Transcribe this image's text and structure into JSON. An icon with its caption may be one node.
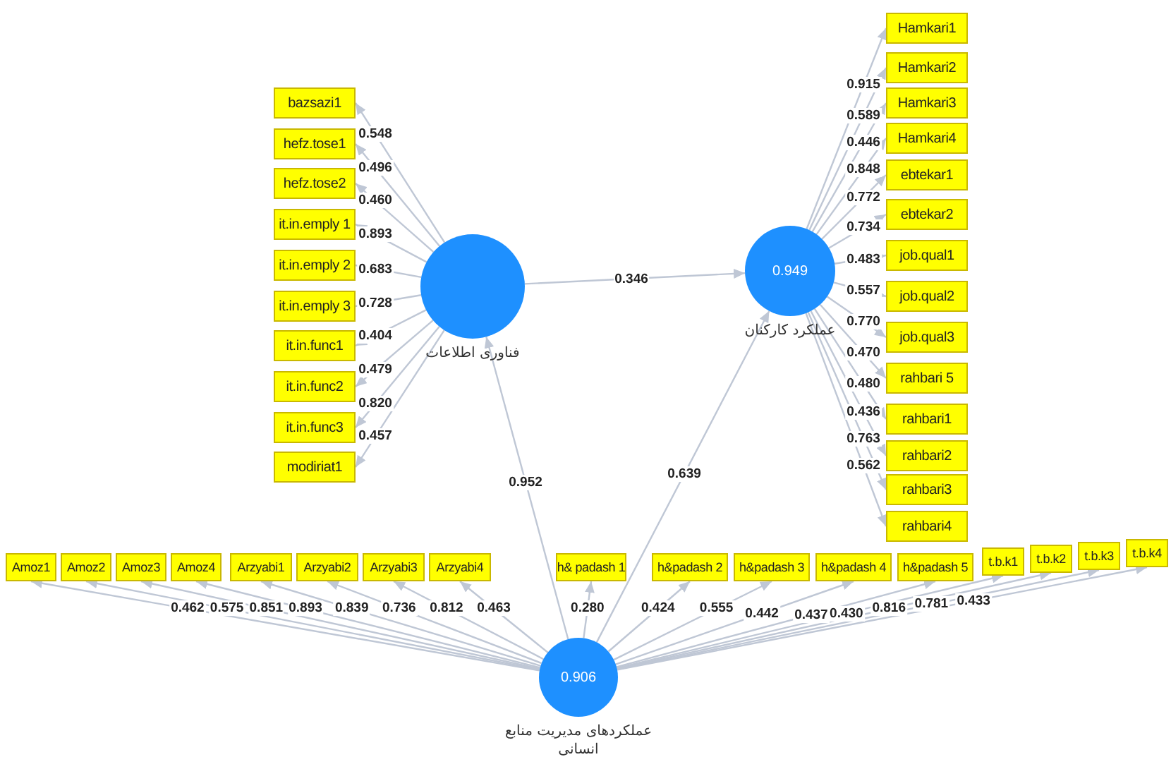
{
  "diagram": {
    "nodes": [
      {
        "text": [],
        "shape": "circle",
        "beside": [
          "فناوری اطلاعات"
        ]
      },
      {
        "text": [
          "0.949"
        ],
        "beside": [
          "عملکرد کارکنان"
        ]
      },
      {
        "text": [
          "0.906"
        ],
        "beside": [
          "عملکردهای مدیریت منابع انسانی"
        ]
      },
      {
        "text": [
          "bazsazi1"
        ]
      },
      {
        "text": [
          "hefz.tose1"
        ]
      },
      {
        "text": [
          "hefz.tose2"
        ]
      },
      {
        "text": [
          "it.in.emply 1"
        ]
      },
      {
        "text": [
          "it.in.emply 2"
        ]
      },
      {
        "text": [
          "it.in.emply 3"
        ]
      },
      {
        "text": [
          "it.in.func1"
        ]
      },
      {
        "text": [
          "it.in.func2"
        ]
      },
      {
        "text": [
          "it.in.func3"
        ]
      },
      {
        "text": [
          "modiriat1"
        ]
      },
      {
        "text": [
          "Hamkari1"
        ]
      },
      {
        "text": [
          "Hamkari2"
        ]
      },
      {
        "text": [
          "Hamkari3"
        ]
      },
      {
        "text": [
          "Hamkari4"
        ]
      },
      {
        "text": [
          "ebtekar1"
        ]
      },
      {
        "text": [
          "ebtekar2"
        ]
      },
      {
        "text": [
          "job.qual1"
        ]
      },
      {
        "text": [
          "job.qual2"
        ]
      },
      {
        "text": [
          "job.qual3"
        ]
      },
      {
        "text": [
          "rahbari 5"
        ]
      },
      {
        "text": [
          "rahbari1"
        ]
      },
      {
        "text": [
          "rahbari2"
        ]
      },
      {
        "text": [
          "rahbari3"
        ]
      },
      {
        "text": [
          "rahbari4"
        ]
      },
      {
        "text": [
          "Amoz1"
        ]
      },
      {
        "text": [
          "Amoz2"
        ]
      },
      {
        "text": [
          "Amoz3"
        ]
      },
      {
        "text": [
          "Amoz4"
        ]
      },
      {
        "text": [
          "Arzyabi1"
        ]
      },
      {
        "text": [
          "Arzyabi2"
        ]
      },
      {
        "text": [
          "Arzyabi3"
        ]
      },
      {
        "text": [
          "Arzyabi4"
        ]
      },
      {
        "text": [
          "h& padash 1"
        ]
      },
      {
        "text": [
          "h&padash 2"
        ]
      },
      {
        "text": [
          "h&padash 3"
        ]
      },
      {
        "text": [
          "h&padash 4"
        ]
      },
      {
        "text": [
          "h&padash 5"
        ]
      },
      {
        "text": [
          "t.b.k1"
        ]
      },
      {
        "text": [
          "t.b.k2"
        ]
      },
      {
        "text": [
          "t.b.k3"
        ]
      },
      {
        "text": [
          "t.b.k4"
        ]
      }
    ],
    "edges": [
      {
        "from": 0,
        "to": 1,
        "arrow": "to",
        "label": "0.346"
      },
      {
        "from": 2,
        "to": 0,
        "arrow": "to",
        "label": "0.952"
      },
      {
        "from": 2,
        "to": 1,
        "arrow": "to",
        "label": "0.639"
      },
      {
        "from": 0,
        "to": 3,
        "arrow": "to",
        "label": "0.548"
      },
      {
        "from": 0,
        "to": 4,
        "arrow": "to",
        "label": "0.496"
      },
      {
        "from": 0,
        "to": 5,
        "arrow": "to",
        "label": "0.460"
      },
      {
        "from": 0,
        "to": 6,
        "arrow": "to",
        "label": "0.893"
      },
      {
        "from": 0,
        "to": 7,
        "arrow": "to",
        "label": "0.683"
      },
      {
        "from": 0,
        "to": 8,
        "arrow": "to",
        "label": "0.728"
      },
      {
        "from": 0,
        "to": 9,
        "arrow": "to",
        "label": "0.404"
      },
      {
        "from": 0,
        "to": 10,
        "arrow": "to",
        "label": "0.479"
      },
      {
        "from": 0,
        "to": 11,
        "arrow": "to",
        "label": "0.820"
      },
      {
        "from": 0,
        "to": 12,
        "arrow": "to",
        "label": "0.457"
      },
      {
        "from": 1,
        "to": 13,
        "arrow": "to",
        "label": "0.915"
      },
      {
        "from": 1,
        "to": 14,
        "arrow": "to",
        "label": "0.589"
      },
      {
        "from": 1,
        "to": 15,
        "arrow": "to",
        "label": "0.446"
      },
      {
        "from": 1,
        "to": 16,
        "arrow": "to",
        "label": "0.848"
      },
      {
        "from": 1,
        "to": 17,
        "arrow": "to",
        "label": "0.772"
      },
      {
        "from": 1,
        "to": 18,
        "arrow": "to",
        "label": "0.734"
      },
      {
        "from": 1,
        "to": 19,
        "arrow": "to",
        "label": "0.483"
      },
      {
        "from": 1,
        "to": 20,
        "arrow": "to",
        "label": "0.557"
      },
      {
        "from": 1,
        "to": 21,
        "arrow": "to",
        "label": "0.770"
      },
      {
        "from": 1,
        "to": 22,
        "arrow": "to",
        "label": "0.470"
      },
      {
        "from": 1,
        "to": 23,
        "arrow": "to",
        "label": "0.480"
      },
      {
        "from": 1,
        "to": 24,
        "arrow": "to",
        "label": "0.436"
      },
      {
        "from": 1,
        "to": 25,
        "arrow": "to",
        "label": "0.763"
      },
      {
        "from": 1,
        "to": 26,
        "arrow": "to",
        "label": "0.562"
      },
      {
        "from": 2,
        "to": 27,
        "arrow": "to",
        "label": "0.462"
      },
      {
        "from": 2,
        "to": 28,
        "arrow": "to",
        "label": "0.575"
      },
      {
        "from": 2,
        "to": 29,
        "arrow": "to",
        "label": "0.851"
      },
      {
        "from": 2,
        "to": 30,
        "arrow": "to",
        "label": "0.893"
      },
      {
        "from": 2,
        "to": 31,
        "arrow": "to",
        "label": "0.839"
      },
      {
        "from": 2,
        "to": 32,
        "arrow": "to",
        "label": "0.736"
      },
      {
        "from": 2,
        "to": 33,
        "arrow": "to",
        "label": "0.812"
      },
      {
        "from": 2,
        "to": 34,
        "arrow": "to",
        "label": "0.463"
      },
      {
        "from": 2,
        "to": 35,
        "arrow": "to",
        "label": "0.280"
      },
      {
        "from": 2,
        "to": 36,
        "arrow": "to",
        "label": "0.424"
      },
      {
        "from": 2,
        "to": 37,
        "arrow": "to",
        "label": "0.555"
      },
      {
        "from": 2,
        "to": 38,
        "arrow": "to",
        "label": "0.442"
      },
      {
        "from": 2,
        "to": 39,
        "arrow": "to",
        "label": "0.437"
      },
      {
        "from": 2,
        "to": 40,
        "arrow": "to",
        "label": "0.430"
      },
      {
        "from": 2,
        "to": 41,
        "arrow": "to",
        "label": "0.816"
      },
      {
        "from": 2,
        "to": 42,
        "arrow": "to",
        "label": "0.781"
      },
      {
        "from": 2,
        "to": 43,
        "arrow": "to",
        "label": "0.433"
      }
    ]
  }
}
